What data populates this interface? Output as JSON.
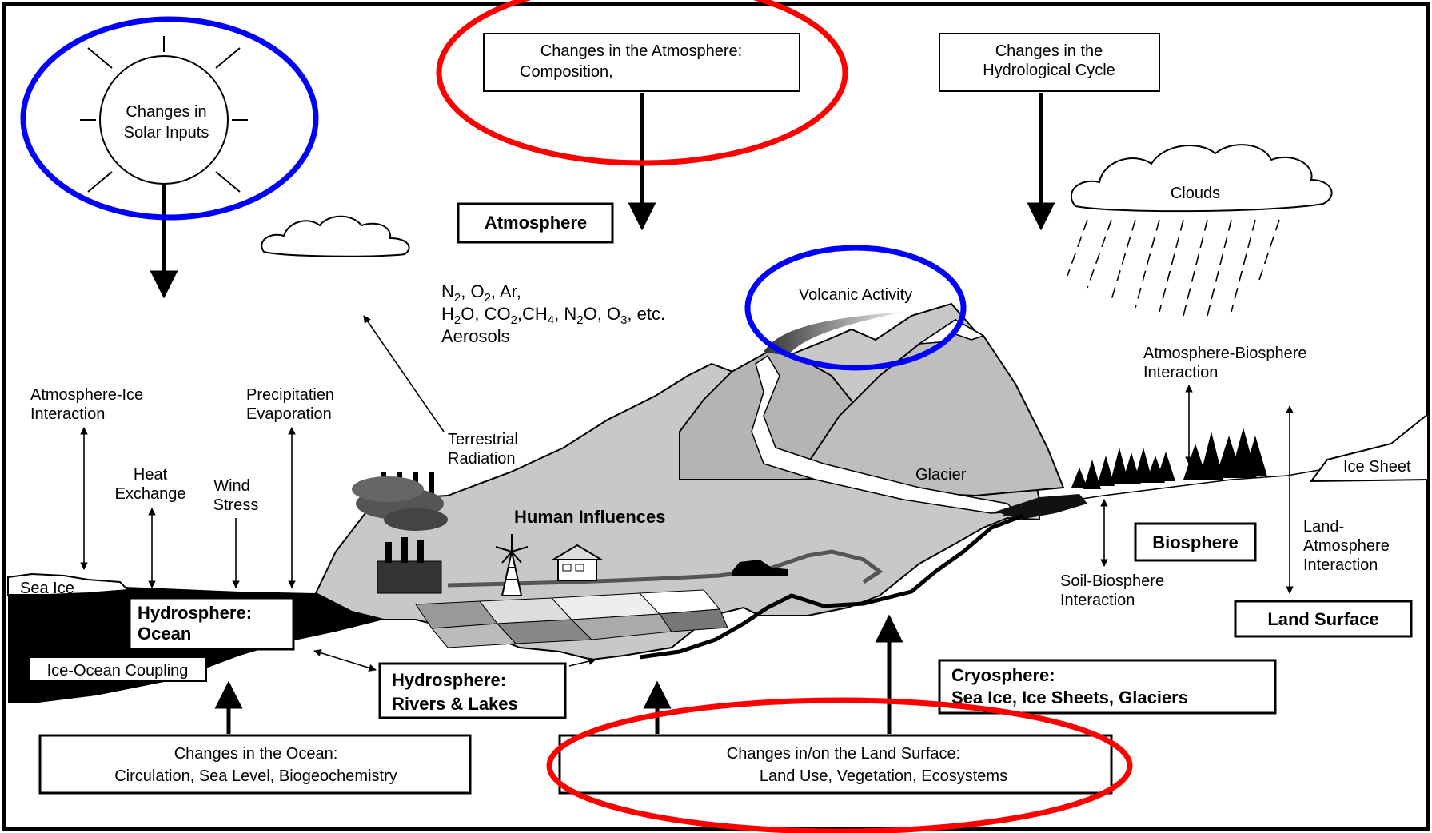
{
  "labels": {
    "solar": [
      "Changes in",
      "Solar Inputs"
    ],
    "atmo_change": [
      "Changes in the Atmosphere:",
      "Composition,"
    ],
    "hydro_change": [
      "Changes in the",
      "Hydrological Cycle"
    ],
    "clouds": "Clouds",
    "atmosphere": "Atmosphere",
    "gases_line1_parts": [
      "N",
      "2",
      ", O",
      "2",
      ", Ar,"
    ],
    "gases_line2_parts": [
      "H",
      "2",
      "O, CO",
      "2",
      ",CH",
      "4",
      ", N",
      "2",
      "O, O",
      "3",
      ", etc."
    ],
    "aerosols": "Aerosols",
    "volcanic": "Volcanic Activity",
    "atmo_bio": [
      "Atmosphere-Biosphere",
      "Interaction"
    ],
    "atmo_ice": [
      "Atmosphere-Ice",
      "Interaction"
    ],
    "precip": [
      "Precipitatien",
      "Evaporation"
    ],
    "terrestrial": [
      "Terrestrial",
      "Radiation"
    ],
    "heat": [
      "Heat",
      "Exchange"
    ],
    "wind": [
      "Wind",
      "Stress"
    ],
    "glacier": "Glacier",
    "ice_sheet": "Ice Sheet",
    "human": "Human Influences",
    "biosphere": "Biosphere",
    "land_atmo": [
      "Land-",
      "Atmosphere",
      "Interaction"
    ],
    "sea_ice": "Sea Ice",
    "hydro_ocean": [
      "Hydrosphere:",
      "Ocean"
    ],
    "soil_bio": [
      "Soil-Biosphere",
      "Interaction"
    ],
    "land_surface": "Land Surface",
    "ice_ocean": "Ice-Ocean Coupling",
    "hydro_rivers": [
      "Hydrosphere:",
      "Rivers & Lakes"
    ],
    "cryosphere": [
      "Cryosphere:",
      "Sea Ice, Ice Sheets, Glaciers"
    ],
    "ocean_change": [
      "Changes in the Ocean:",
      "Circulation, Sea Level, Biogeochemistry"
    ],
    "land_change": [
      "Changes in/on the Land Surface:",
      "Land Use, Vegetation, Ecosystems"
    ]
  },
  "highlight_colors": {
    "red": "#ff0000",
    "blue": "#0000ff"
  },
  "highlights": [
    {
      "target": "solar",
      "color": "blue"
    },
    {
      "target": "atmo_change",
      "color": "red"
    },
    {
      "target": "volcanic",
      "color": "blue"
    },
    {
      "target": "land_change",
      "color": "red"
    }
  ]
}
